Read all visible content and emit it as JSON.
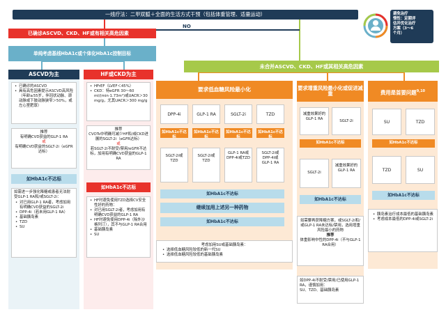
{
  "top_banner": "一线疗法：二甲双胍＋全面的生活方式干预（包括体重管理、适量运动）",
  "side_label": [
    "避免治疗",
    "惰性：定期评",
    "估并优化治疗",
    "方案（3～6",
    "个月）"
  ],
  "branch_yes": "已确诊ASCVD、CKD、HF或有相关高危因素",
  "branch_no": "NO",
  "consider": "单纯考虑基线HbA1c或个体化HbA1c控制目标",
  "ascvd": {
    "title": "ASCVD为主",
    "criteria": [
      "已确诊的ASCVD",
      "具有高危因素提示ASCVD高风险（年龄≥55岁，伴冠状动脉、颈动脉或下肢动脉狭窄＞50%，或左心室肥厚）"
    ],
    "recommend_title": "推荐",
    "recommend_1": "有明确CVD获益的GLP-1 RA",
    "or": "或",
    "recommend_2": "有明确CVD获益的SGLT-2i（eGFR达标）",
    "fail": "如HbA1c不达标",
    "next_intro": "如需进一步强化降糖或患者无法耐受GLP-1 RA和/或SGLT-2i：",
    "next_items": [
      "对已用GLP-1 RA者，考虑加用有明确CVD获益的SGLT-2i",
      "DPP-4i（若未用GLP-1 RA）",
      "基础胰岛素",
      "TZD",
      "SU"
    ]
  },
  "hf": {
    "title": "HF或CKD为主",
    "criteria": [
      "HFrEF（LVEF＜45%）",
      "CKD：特eGFR 30～60 ml/(min·1.73m²)或UACR＞30 mg/g，尤其UACR＞300 mg/g"
    ],
    "recommend_title": "推荐",
    "recommend_1": "CVOTs中明确可减少HF和/或CKD进展的SGLT-2i（eGFR达标）",
    "or": "或",
    "recommend_2": "若SGLT-2i不耐受/禁用/eGFR不达标，加用有明确CVD获益的GLP-1 RA",
    "fail": "如HbA1c不达标",
    "next_items": [
      "HF时避免使用TZD选择CV安全性好的药物：",
      "对已用SGLT-2i者，考虑加用有明确CVD获益的GLP-1 RA",
      "HF时避免使用DPP-4i（除外沙格列汀），其不与GLP-1 RA合用",
      "基础胰岛素",
      "SU"
    ]
  },
  "no_branch": {
    "title": "未合并ASCVD、CKD、HF或其相关高危因素",
    "col1": {
      "title": "要求低血糖风险最小化",
      "drugs_top": [
        "DPP-4i",
        "GLP-1 RA",
        "SGLT-2i",
        "TZD"
      ],
      "fail": "如HbA1c不达标",
      "drugs_mid": [
        "SGLT-2i或TZD",
        "SGLT-2i或TZD",
        "GLP-1 RA或DPP-4i或TZD",
        "SGLT-2i或DPP-4i或GLP-1 RA"
      ],
      "fail2": "如HbA1c不达标",
      "continue": "继续加用上述另一种药物",
      "fail3": "如HbA1c不达标",
      "final_intro": "考虑加用SU或基础胰岛素：",
      "final_items": [
        "选择低血糖风险较低的新一代SU",
        "选择低血糖风险较低的基础胰岛素"
      ]
    },
    "col2": {
      "title": "要求增重风险最小化或促进减重",
      "drugs_top": [
        "减重效果好的GLP-1 RA",
        "SGLT-2i"
      ],
      "fail": "如HbA1c不达标",
      "drugs_mid": [
        "SGLT-2i",
        "减重效果好的GLP-1 RA"
      ],
      "fail2": "如HbA1c不达标",
      "final_intro": "如需要再获降糖方案，或SGLT-2i和/或GLP-1 RA未达标/禁用，选用增重风险最小的药物",
      "final_rec_title": "推荐",
      "final_rec": "体重影响中性的DPP-4i（不与GLP-1 RA合用）",
      "extra": "如DPP-4i不耐受/禁用/已使用GLP-1 RA，谨慎加用：",
      "extra_items": "SU、TZD、基础胰岛素"
    },
    "col3": {
      "title": "费用是首要问题",
      "title_sup": "9,10",
      "drugs_top": [
        "SU",
        "TZD"
      ],
      "fail": "如HbA1c不达标",
      "drugs_mid": [
        "TZD",
        "SU"
      ],
      "fail2": "如HbA1c不达标",
      "final_items": [
        "胰岛素治疗成本最低的基础胰岛素",
        "考虑成本最低的DPP-4i或SGLT-2i"
      ]
    }
  },
  "colors": {
    "navy": "#1f3b57",
    "red": "#e8322b",
    "teal": "#6ab0c9",
    "green": "#a6c94a",
    "orange": "#f08a24"
  }
}
